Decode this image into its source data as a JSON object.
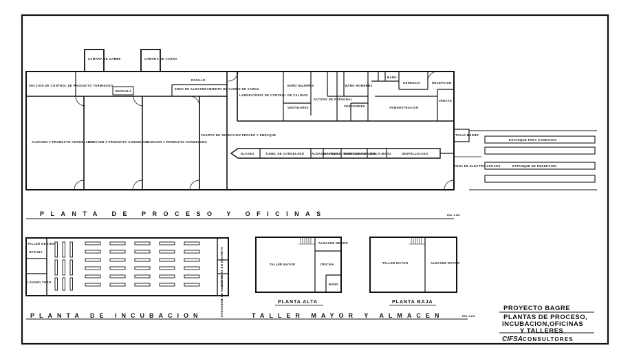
{
  "sheet": {
    "sections": {
      "proceso": "PLANTA DE PROCESO Y OFICINAS",
      "incubacion": "PLANTA DE INCUBACION",
      "taller": "TALLER MAYOR Y ALMACEN",
      "scale": "ESC. 1:100"
    },
    "rooms": {
      "camara_gabba_1": "CAMARA DE GABBE",
      "camara_carga": "CAMARA DE CARGA",
      "seccion_control": "SECCION DE CONTROL DE PRODUCTO TERMINADO",
      "pasillo": "PASILLO",
      "bascula": "BASCULA",
      "zona_almacenamiento": "ZONA DE ALMACENAMIENTO DE CAMPO DE CARGA",
      "almacen_3": "ALMACEN 3 PRODUCTO CONGELADO",
      "almacen_2": "ALMACEN 2 PRODUCTO CONGELADO",
      "almacen_1": "ALMACEN 1 PRODUCTO CONGELADO",
      "cuarto_seleccion": "CUARTO DE SELECCION PESADO Y EMPAQUE",
      "laboratorio": "LABORATORIO DE CONTROL DE CALIDAD",
      "bano_mujeres": "BAÑO MUJERES",
      "vestidores_1": "VESTIDORES",
      "acceso_personal": "ACCESO DE PERSONAL",
      "bano_hombres": "BAÑO HOMBRES",
      "vestidores_2": "VESTIDORES",
      "bano_small": "BAÑO",
      "gerencia": "GERENCIA",
      "recepcion": "RECEPCION",
      "administracion": "ADMINISTRACION",
      "ventas": "VENTAS",
      "glaseo": "GLASEO",
      "tunel": "TUNEL DE CONGELADO",
      "almacen_tunel": "ALMACEN TUNEL",
      "lavado": "LAVADO E INSPECCION BAGRE",
      "descabezado": "DESVICERADO",
      "descamado": "DESCA-MADO",
      "despellejado": "DESPELLEJADO",
      "tolva": "TOLVA BAGRE",
      "zona_electro": "ZONA DE ELECTRO SHOCKS",
      "estanque_cosechas": "ESTANQUE PARA COSECHAS",
      "estanque_recepcion": "ESTANQUE DE RECEPCION"
    },
    "incubacion": {
      "taller": "TALLER DE TIDO",
      "oficina": "OFICINA",
      "lavado": "LAVADO TORO",
      "almacen_alimento": "ALMACEN DE ALIMENTO",
      "almacen_medicinas": "ALMACEN DE MEDICINAS"
    },
    "taller": {
      "planta_alta": "PLANTA ALTA",
      "planta_baja": "PLANTA BAJA",
      "taller_mayor": "TALLER MAYOR",
      "almacen_menor": "ALMACEN MENOR",
      "oficina": "OFICINA",
      "bano": "BAÑO",
      "almacen_mayor": "ALMACEN MAYOR"
    },
    "title_block": {
      "project": "PROYECTO BAGRE",
      "line1": "PLANTAS DE PROCESO,",
      "line2": "INCUBACION,OFICINAS",
      "line3": "Y TALLERES",
      "firm_brand": "CIFSA",
      "firm_rest": "CONSULTORES"
    }
  }
}
